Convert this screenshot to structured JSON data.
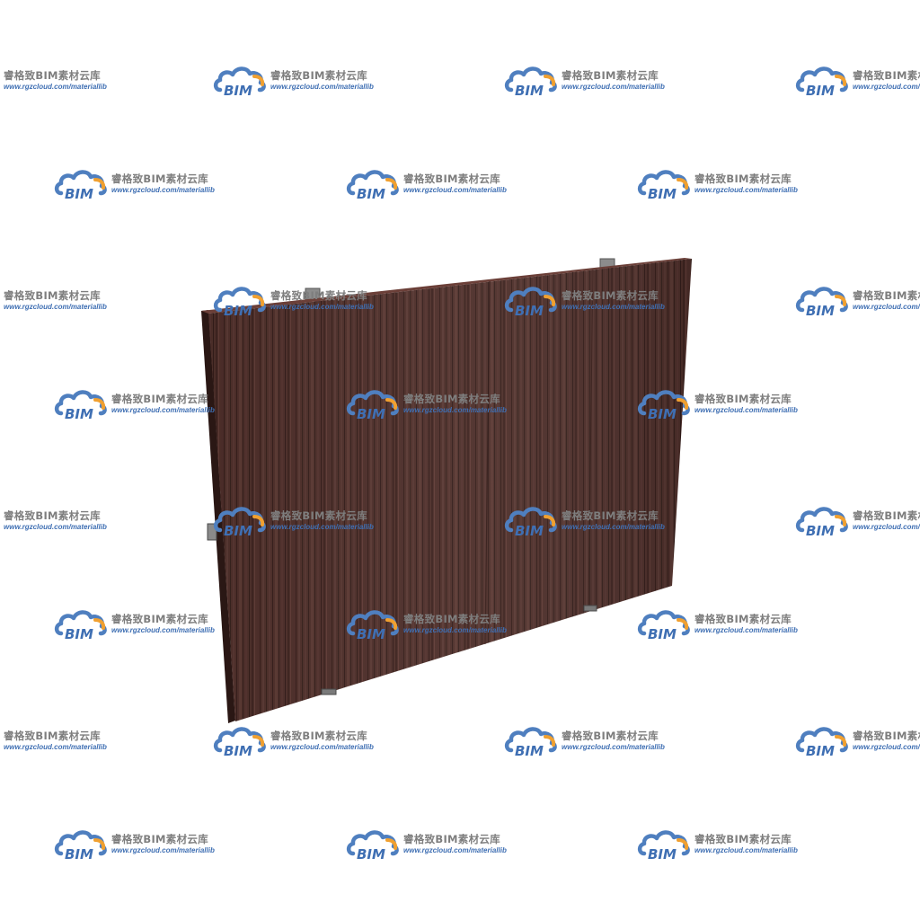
{
  "watermark": {
    "logo_text": "BIM",
    "title": "睿格致BIM素材云库",
    "url": "www.rgzcloud.com/materiallib"
  },
  "scene": {
    "subject": "wood-veneer-wall-panel",
    "colors": {
      "background": "#ffffff",
      "wood_dark": "#3f2521",
      "wood_mid": "#5a3631",
      "wood_light": "#6e4640",
      "bracket": "#8c8c8c",
      "cloud_blue": "#4f7fbf",
      "cloud_orange": "#f0a030"
    }
  }
}
